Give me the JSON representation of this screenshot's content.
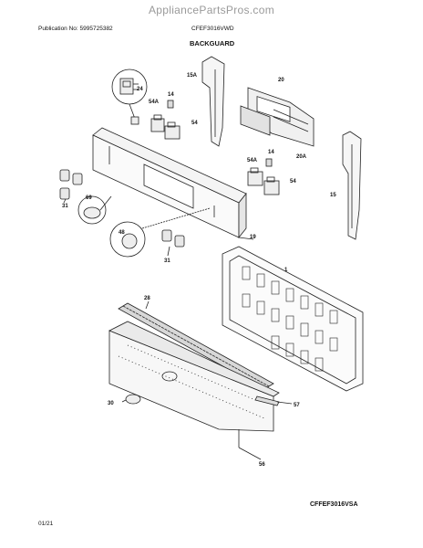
{
  "header": {
    "watermark": "AppliancePartsPros.com",
    "publication": "Publication No: 5995725382",
    "model": "CFEF3016VWD",
    "section_title": "BACKGUARD"
  },
  "callouts": {
    "c24": "24",
    "c15A": "15A",
    "c20": "20",
    "c54A_top": "54A",
    "c14_top": "14",
    "c54_top": "54",
    "c20A": "20A",
    "c14_mid": "14",
    "c54A_mid": "54A",
    "c54_mid": "54",
    "c15": "15",
    "c31_left": "31",
    "c69": "69",
    "c48": "48",
    "c19": "19",
    "c31_bottom": "31",
    "c1": "1",
    "c28": "28",
    "c30": "30",
    "c57": "57",
    "c56": "56"
  },
  "footer": {
    "diagram_code": "CFFEF3016VSA",
    "date": "01/21"
  }
}
